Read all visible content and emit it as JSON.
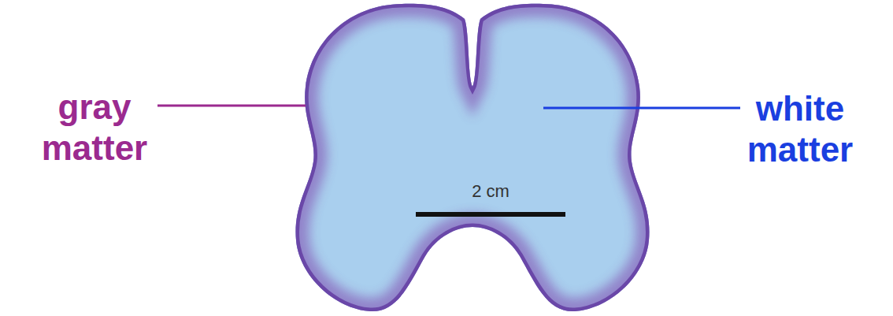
{
  "diagram": {
    "labels": [
      "gray matter",
      "white matter",
      "2 cm"
    ]
  }
}
